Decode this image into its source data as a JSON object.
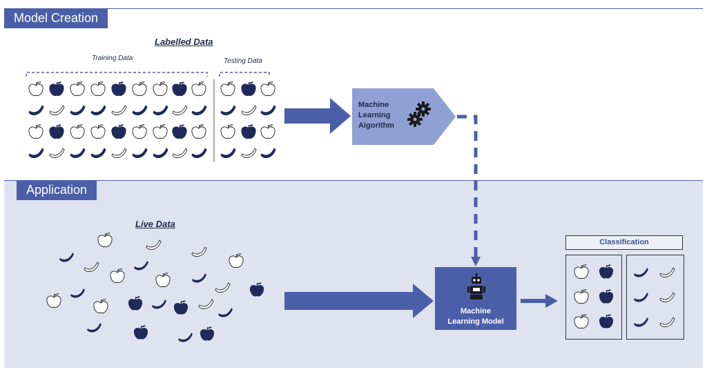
{
  "sections": {
    "model_creation": "Model Creation",
    "application": "Application"
  },
  "labelled_data": {
    "title": "Labelled Data",
    "training_label": "Training Data",
    "testing_label": "Testing Data"
  },
  "algorithm": {
    "line1": "Machine",
    "line2": "Learning",
    "line3": "Algorithm",
    "icon": "gears-icon"
  },
  "live_data": {
    "title": "Live Data"
  },
  "model": {
    "line1": "Machine",
    "line2": "Learning Model",
    "icon": "robot-icon"
  },
  "classification": {
    "title": "Classification"
  },
  "colors": {
    "accent": "#4a5fa8",
    "light_accent": "#8fa0d4",
    "dark_fruit": "#1f2a5a",
    "app_bg": "#dfe3f0"
  }
}
